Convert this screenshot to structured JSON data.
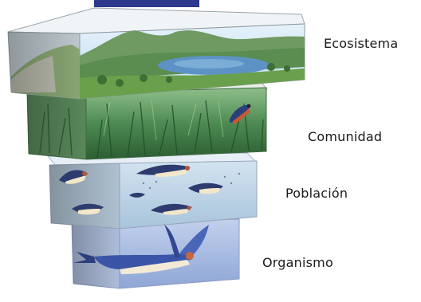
{
  "levels": [
    {
      "id": "ecosistema",
      "label": "Ecosistema",
      "colors": {
        "sky": "#cfe6f5",
        "mountain": "#6f9a62",
        "lake": "#5d93c4",
        "ground": "#6aa04b"
      }
    },
    {
      "id": "comunidad",
      "label": "Comunidad",
      "colors": {
        "background": "#4f8d54",
        "grass": "#2f6b36"
      }
    },
    {
      "id": "poblacion",
      "label": "Población",
      "colors": {
        "background": "#bcd3e6",
        "bird_back": "#2e3b6e",
        "bird_belly": "#f2e7c9"
      }
    },
    {
      "id": "organismo",
      "label": "Organismo",
      "colors": {
        "background": "#a9bde0",
        "bird_back": "#3a55a8",
        "bird_throat": "#c9663f"
      }
    }
  ]
}
